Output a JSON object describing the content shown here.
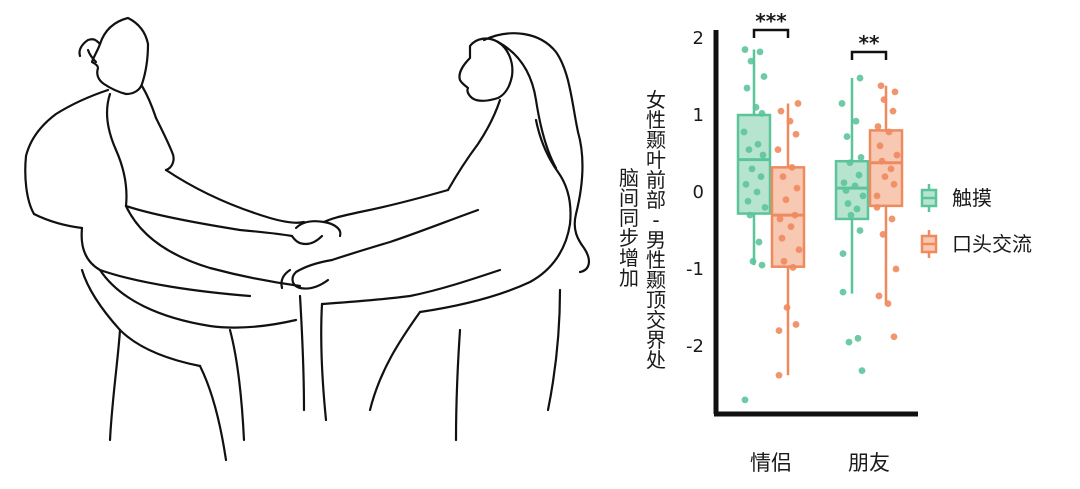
{
  "chart_data": {
    "type": "box",
    "ylabel_lines": [
      "女性颞叶前部-男性颞顶交界处",
      "脑间同步增加"
    ],
    "ylim": [
      -2.9,
      2.1
    ],
    "yticks": [
      2,
      1,
      0,
      -1,
      -2
    ],
    "categories": [
      "情侣",
      "朋友"
    ],
    "series": [
      {
        "name": "触摸",
        "color": "#5cc49a",
        "fill": "#b7e4cf"
      },
      {
        "name": "口头交流",
        "color": "#ef8a5f",
        "fill": "#f8c9b2"
      }
    ],
    "boxes": [
      {
        "category": "情侣",
        "series": "触摸",
        "q1": -0.28,
        "median": 0.42,
        "q3": 1.0,
        "whisker_low": -0.95,
        "whisker_high": 1.85,
        "outliers": [
          -2.7
        ],
        "points": [
          1.85,
          1.82,
          1.7,
          1.5,
          1.35,
          1.1,
          1.02,
          0.78,
          0.62,
          0.55,
          0.48,
          0.3,
          0.2,
          0.1,
          0.0,
          -0.12,
          -0.2,
          -0.3,
          -0.65,
          -0.9,
          -0.95,
          -2.7
        ]
      },
      {
        "category": "情侣",
        "series": "口头交流",
        "q1": -0.97,
        "median": -0.3,
        "q3": 0.32,
        "whisker_low": -2.38,
        "whisker_high": 1.15,
        "outliers": [],
        "points": [
          1.15,
          1.05,
          0.92,
          0.75,
          0.55,
          0.32,
          0.2,
          0.05,
          -0.1,
          -0.3,
          -0.35,
          -0.45,
          -0.6,
          -0.75,
          -0.9,
          -0.98,
          -1.5,
          -1.72,
          -1.8,
          -2.38
        ]
      },
      {
        "category": "朋友",
        "series": "触摸",
        "q1": -0.35,
        "median": 0.05,
        "q3": 0.4,
        "whisker_low": -1.32,
        "whisker_high": 1.48,
        "outliers": [
          -1.9,
          -1.95,
          -2.32
        ],
        "points": [
          1.48,
          1.15,
          0.92,
          0.72,
          0.45,
          0.38,
          0.22,
          0.12,
          0.08,
          0.02,
          -0.05,
          -0.15,
          -0.22,
          -0.3,
          -0.5,
          -0.8,
          -1.3,
          -1.9,
          -1.95,
          -2.32
        ]
      },
      {
        "category": "朋友",
        "series": "口头交流",
        "q1": -0.18,
        "median": 0.38,
        "q3": 0.8,
        "whisker_low": -1.45,
        "whisker_high": 1.38,
        "outliers": [
          -1.88
        ],
        "points": [
          1.38,
          1.3,
          1.2,
          1.05,
          0.85,
          0.78,
          0.6,
          0.48,
          0.4,
          0.3,
          0.2,
          0.1,
          -0.05,
          -0.2,
          -0.35,
          -0.55,
          -1.0,
          -1.35,
          -1.45,
          -1.88
        ]
      }
    ],
    "significance": [
      {
        "category": "情侣",
        "label": "***"
      },
      {
        "category": "朋友",
        "label": "**"
      }
    ],
    "legend_position": "right"
  }
}
